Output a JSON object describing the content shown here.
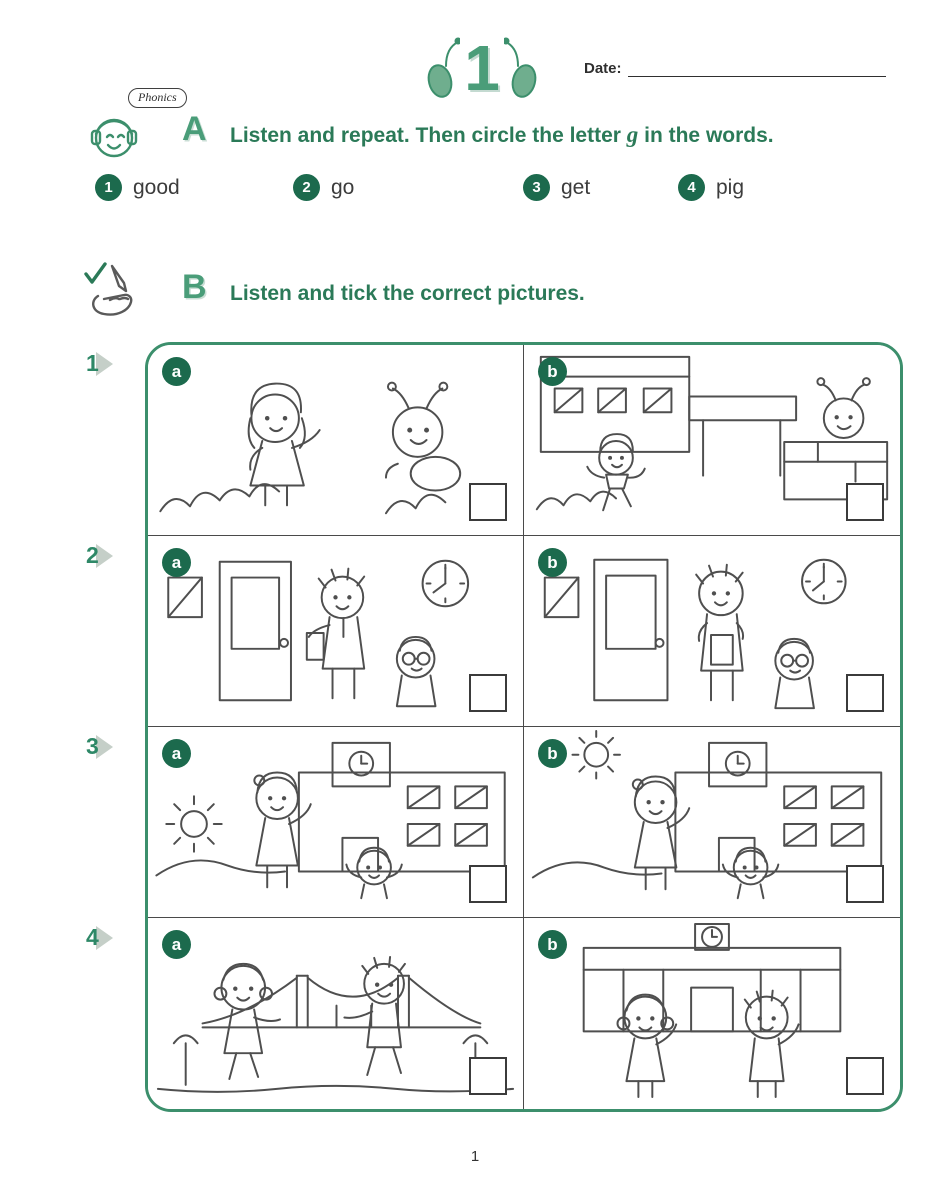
{
  "colors": {
    "accent_green": "#3c8f6c",
    "dark_green_circle": "#1c6a4d",
    "heading_green": "#2b7a58",
    "line_art": "#4f4f4f"
  },
  "header": {
    "unit_number": "1",
    "unit_decoration": "green-bug-antennae-icon",
    "date_label": "Date:"
  },
  "section_a": {
    "label": "A",
    "icon": "listening-headphones-face-icon",
    "badge_label": "Phonics",
    "instruction_prefix": "Listen and repeat. Then circle the letter ",
    "instruction_letter": "g",
    "instruction_suffix": " in the words.",
    "items": [
      {
        "number": "1",
        "word": "good"
      },
      {
        "number": "2",
        "word": "go"
      },
      {
        "number": "3",
        "word": "get"
      },
      {
        "number": "4",
        "word": "pig"
      }
    ]
  },
  "section_b": {
    "label": "B",
    "icon": "hand-pencil-tick-icon",
    "instruction": "Listen and tick the correct pictures.",
    "rows": [
      {
        "number": "1",
        "options": [
          {
            "letter": "a",
            "scene": "girl greeting a bug friend outdoors by bushes",
            "checked": false
          },
          {
            "letter": "b",
            "scene": "girl running to the school gate where the bug waits on a wall",
            "checked": false
          }
        ]
      },
      {
        "number": "2",
        "options": [
          {
            "letter": "a",
            "scene": "boy carrying a book beside a door, wall clock at eight, younger boy with glasses",
            "checked": false
          },
          {
            "letter": "b",
            "scene": "boy holding a book in front of a door, wall clock at eight, younger boy with glasses",
            "checked": false
          }
        ]
      },
      {
        "number": "3",
        "options": [
          {
            "letter": "a",
            "scene": "girl and boy waving near school with clock tower, sun low over hills",
            "checked": false
          },
          {
            "letter": "b",
            "scene": "girl and boy waving near school with clock tower, sun high in the sky",
            "checked": false
          }
        ]
      },
      {
        "number": "4",
        "options": [
          {
            "letter": "a",
            "scene": "girl and boy walking together with a bridge behind them",
            "checked": false
          },
          {
            "letter": "b",
            "scene": "girl and boy waving in front of a school building with a clock",
            "checked": false
          }
        ]
      }
    ]
  },
  "footer": {
    "page_number": "1"
  }
}
